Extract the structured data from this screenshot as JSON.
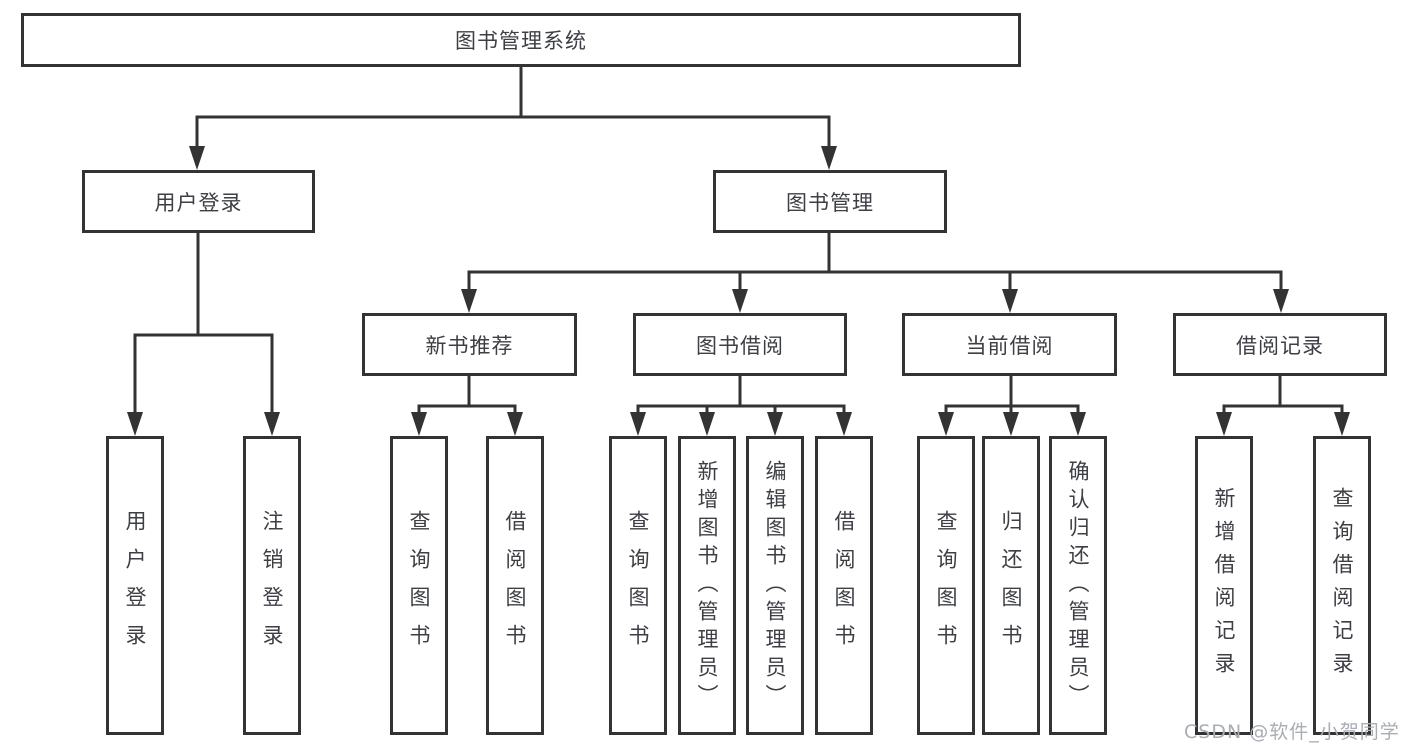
{
  "tree": {
    "root": {
      "label": "图书管理系统"
    },
    "branches": [
      {
        "label": "用户登录",
        "children": [
          "用户登录",
          "注销登录"
        ]
      },
      {
        "label": "图书管理",
        "modules": [
          {
            "label": "新书推荐",
            "children": [
              "查询图书",
              "借阅图书"
            ]
          },
          {
            "label": "图书借阅",
            "children": [
              "查询图书",
              "新增图书（管理员）",
              "编辑图书（管理员）",
              "借阅图书"
            ]
          },
          {
            "label": "当前借阅",
            "children": [
              "查询图书",
              "归还图书",
              "确认归还（管理员）"
            ]
          },
          {
            "label": "借阅记录",
            "children": [
              "新增借阅记录",
              "查询借阅记录"
            ]
          }
        ]
      }
    ]
  },
  "watermark": "CSDN @软件_小贺同学",
  "colors": {
    "line": "#333333",
    "text": "#3d3f44",
    "watermark": "#a9adb4",
    "background": "#ffffff"
  }
}
